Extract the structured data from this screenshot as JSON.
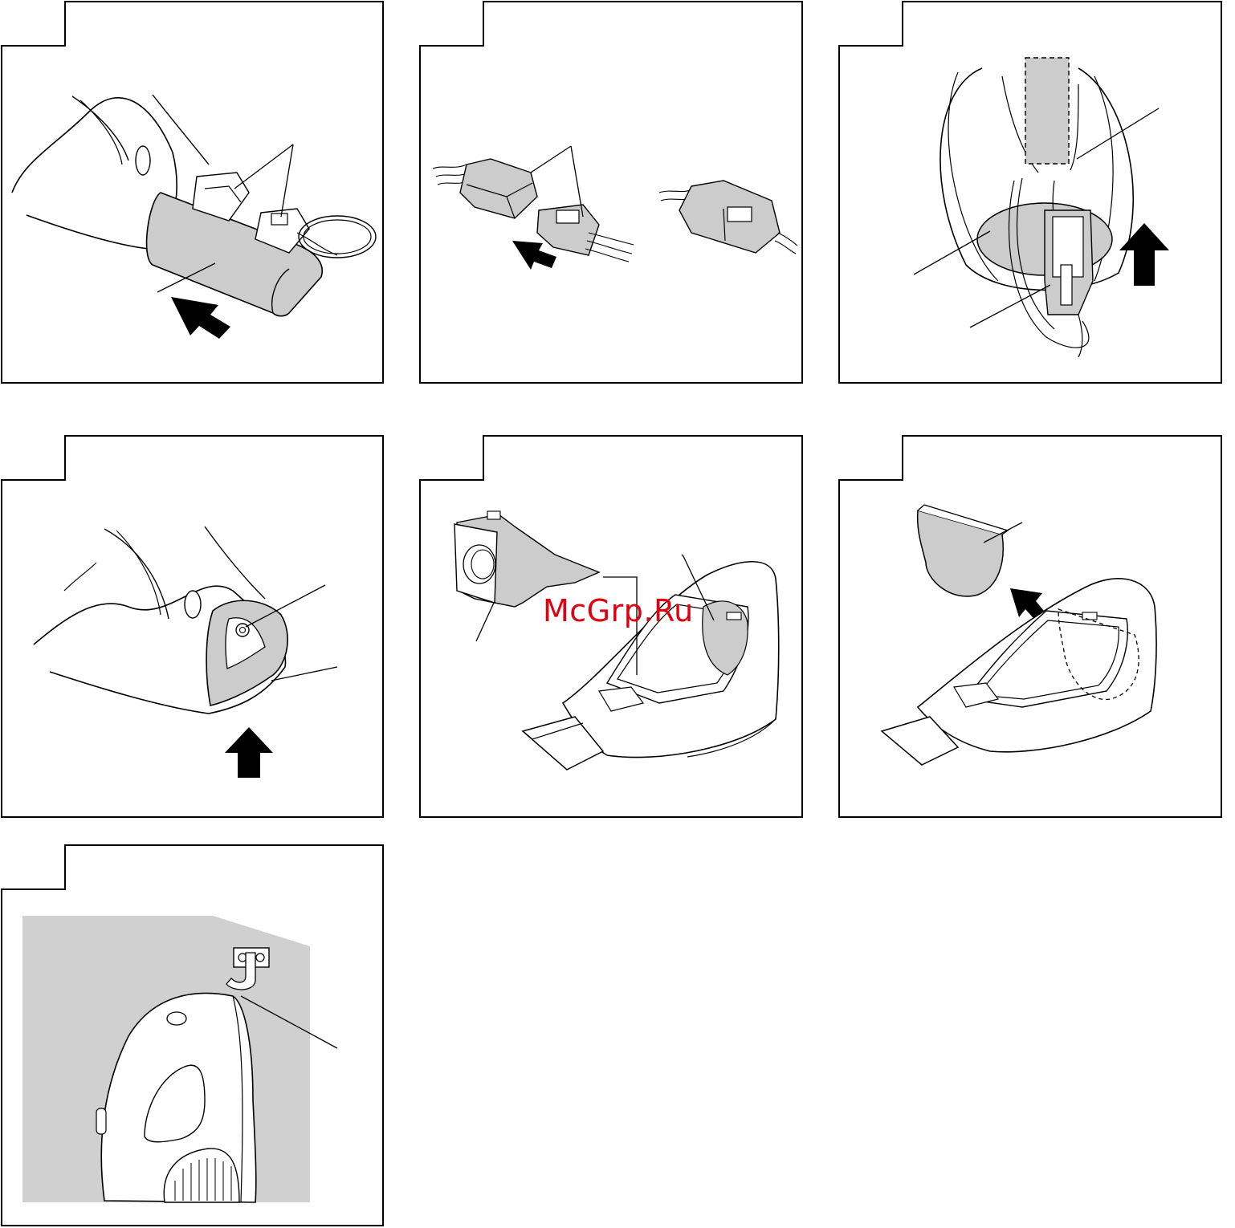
{
  "document": {
    "watermark": "McGrp.Ru",
    "colors": {
      "outline": "#000000",
      "fill_part": "#cccccc",
      "wall": "#d0d0d0",
      "paper": "#ffffff",
      "watermark": "#e0000f"
    },
    "panels": [
      {
        "id": "fig-1",
        "depicts": "battery-insert"
      },
      {
        "id": "fig-2",
        "depicts": "connector-joining"
      },
      {
        "id": "fig-3",
        "depicts": "connector-stowing"
      },
      {
        "id": "fig-4",
        "depicts": "battery-cover-removal"
      },
      {
        "id": "fig-5",
        "depicts": "filter-removal"
      },
      {
        "id": "fig-6",
        "depicts": "filter-insert"
      },
      {
        "id": "fig-7",
        "depicts": "wall-hook-mounting"
      }
    ]
  }
}
